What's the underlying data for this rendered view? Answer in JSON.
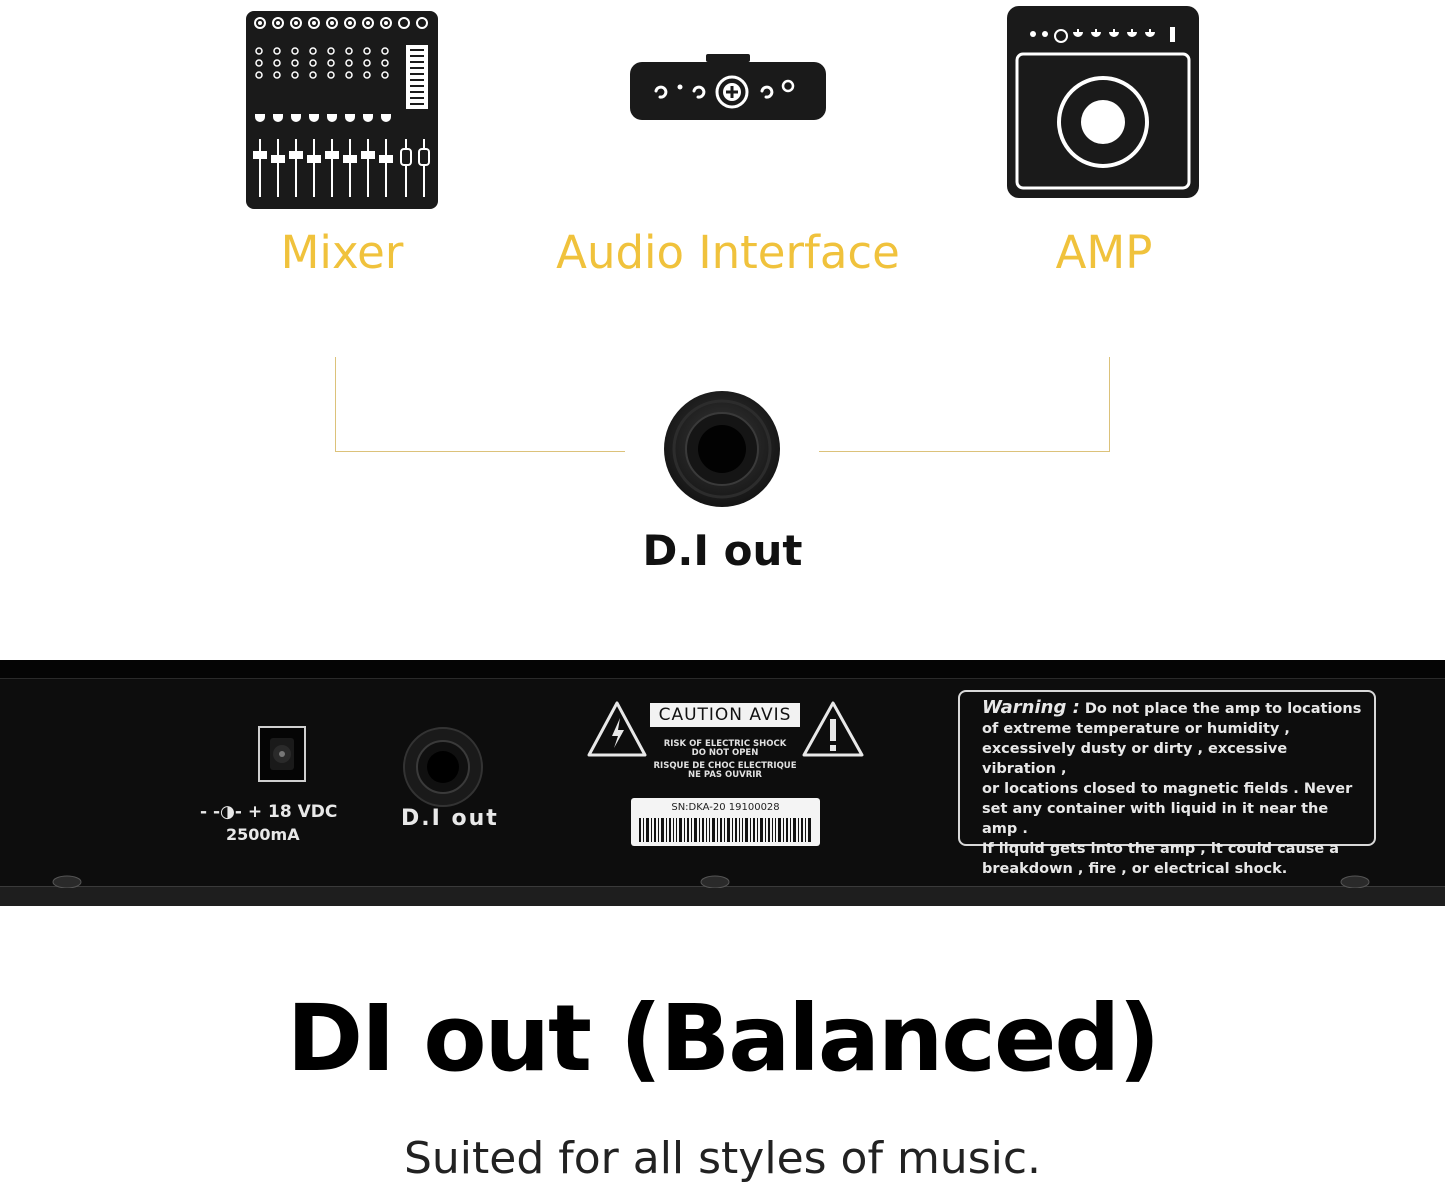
{
  "devices": [
    {
      "label": "Mixer",
      "icon": "mixer-icon"
    },
    {
      "label": "Audio Interface",
      "icon": "audio-interface-icon"
    },
    {
      "label": "AMP",
      "icon": "amp-icon"
    }
  ],
  "connector": {
    "label": "D.I out",
    "icon": "quarter-inch-jack-icon"
  },
  "panel": {
    "power_polarity": "- -◑- +",
    "power_voltage": "18 VDC",
    "power_current": "2500mA",
    "di_out_label": "D.I out",
    "caution_title": "CAUTION  AVIS",
    "caution_lines": [
      "RISK OF ELECTRIC SHOCK",
      "DO NOT OPEN",
      "RISQUE DE CHOC ELECTRIQUE",
      "NE PAS OUVRIR"
    ],
    "serial_number": "SN:DKA-20 19100028",
    "warning_title": "Warning :",
    "warning_lines": [
      "Do not place the amp to locations",
      "of extreme temperature or humidity ,",
      "excessively dusty or dirty , excessive vibration ,",
      "or locations closed to magnetic fields . Never",
      "set any container with liquid in it near the amp .",
      "If liquid gets into the amp , it could cause a",
      "breakdown , fire , or electrical shock."
    ]
  },
  "headline": "DI out (Balanced)",
  "subheadline": "Suited for all styles of music.",
  "colors": {
    "accent": "#f0c23c",
    "line": "#dcc27a",
    "panel": "#0d0d0d"
  }
}
